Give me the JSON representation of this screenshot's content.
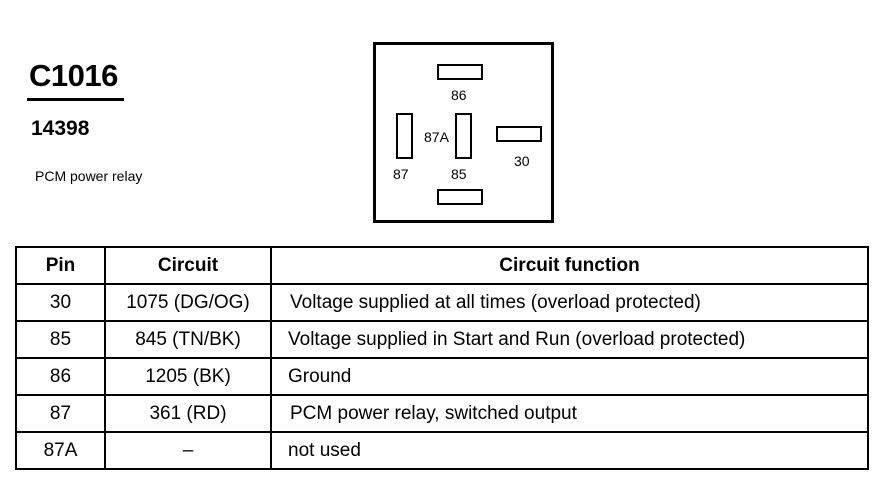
{
  "connector": {
    "id": "C1016",
    "part_number": "14398",
    "description": "PCM power relay"
  },
  "relay_diagram": {
    "terminals": [
      {
        "pin": "86",
        "orientation": "horizontal",
        "position": "top"
      },
      {
        "pin": "87",
        "orientation": "vertical",
        "position": "left"
      },
      {
        "pin": "87A",
        "orientation": "vertical",
        "position": "center"
      },
      {
        "pin": "30",
        "orientation": "horizontal",
        "position": "right"
      },
      {
        "pin": "85",
        "orientation": "horizontal",
        "position": "bottom"
      }
    ]
  },
  "table": {
    "headers": [
      "Pin",
      "Circuit",
      "Circuit function"
    ],
    "rows": [
      [
        "30",
        "1075 (DG/OG)",
        "Voltage supplied at all times (overload protected)"
      ],
      [
        "85",
        "845 (TN/BK)",
        "Voltage supplied in Start and Run (overload protected)"
      ],
      [
        "86",
        "1205 (BK)",
        "Ground"
      ],
      [
        "87",
        "361 (RD)",
        "PCM power relay, switched output"
      ],
      [
        "87A",
        "–",
        "not used"
      ]
    ]
  }
}
